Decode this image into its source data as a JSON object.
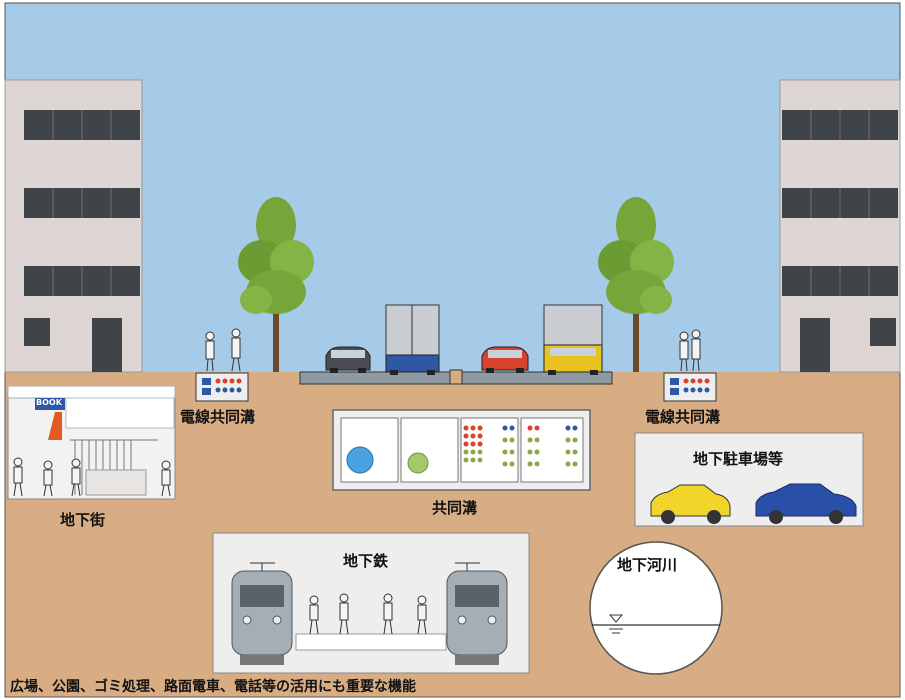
{
  "labels": {
    "cable_duct_left": "電線共同溝",
    "cable_duct_right": "電線共同溝",
    "common_duct": "共同溝",
    "underground_mall": "地下街",
    "underground_parking": "地下駐車場等",
    "subway": "地下鉄",
    "underground_river": "地下河川",
    "bookstore_sign": "BOOK",
    "caption": "広場、公園、ゴミ処理、路面電車、電話等の活用にも重要な機能"
  },
  "colors": {
    "sky": "#a6cbe8",
    "ground": "#d8ad84",
    "building": "#ddd6d4",
    "window": "#3f4448",
    "tree": "#76a63a",
    "trunk": "#6c4a2e",
    "facility_bg": "#eeeeee"
  },
  "icons": [
    "tree-icon",
    "truck-icon",
    "car-icon",
    "pedestrian-icon",
    "train-icon",
    "water-level-icon"
  ]
}
